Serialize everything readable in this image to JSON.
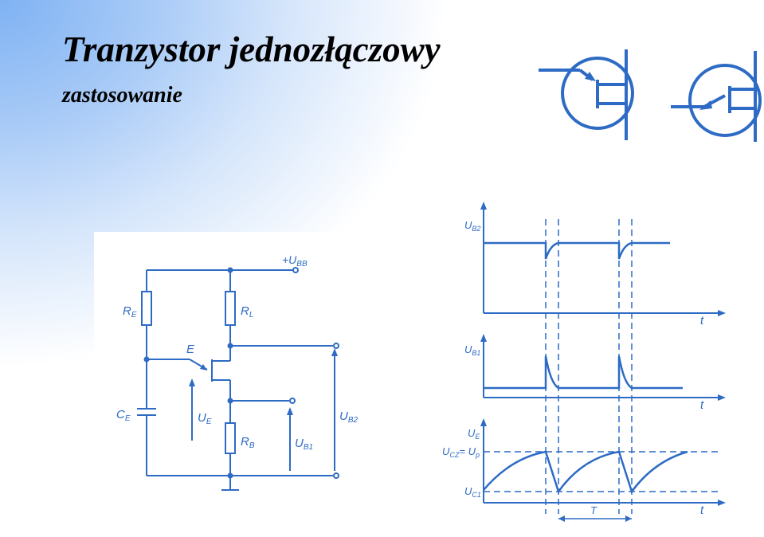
{
  "slide": {
    "title": "Tranzystor jednozłączowy",
    "subtitle": "zastosowanie"
  },
  "colors": {
    "ink": "#2d6bc4",
    "title": "#000000",
    "gradient": "#7fb2f3"
  },
  "circuit": {
    "supply_label": "+U",
    "supply_sub": "BB",
    "RE": "R",
    "RE_sub": "E",
    "RL": "R",
    "RL_sub": "L",
    "RB": "R",
    "RB_sub": "B",
    "CE": "C",
    "CE_sub": "E",
    "emitter": "E",
    "UE": "U",
    "UE_sub": "E",
    "UB1": "U",
    "UB1_sub": "B1",
    "UB2": "U",
    "UB2_sub": "B2"
  },
  "waveforms": {
    "ub2_label": "U",
    "ub2_sub": "B2",
    "ub1_label": "U",
    "ub1_sub": "B1",
    "ue_label": "U",
    "ue_sub": "E",
    "up_label": "U",
    "up_sub": "CZ",
    "up_eq": "= U",
    "up_eq_sub": "p",
    "uc1_label": "U",
    "uc1_sub": "C1",
    "t_axis": "t",
    "period": "T"
  }
}
